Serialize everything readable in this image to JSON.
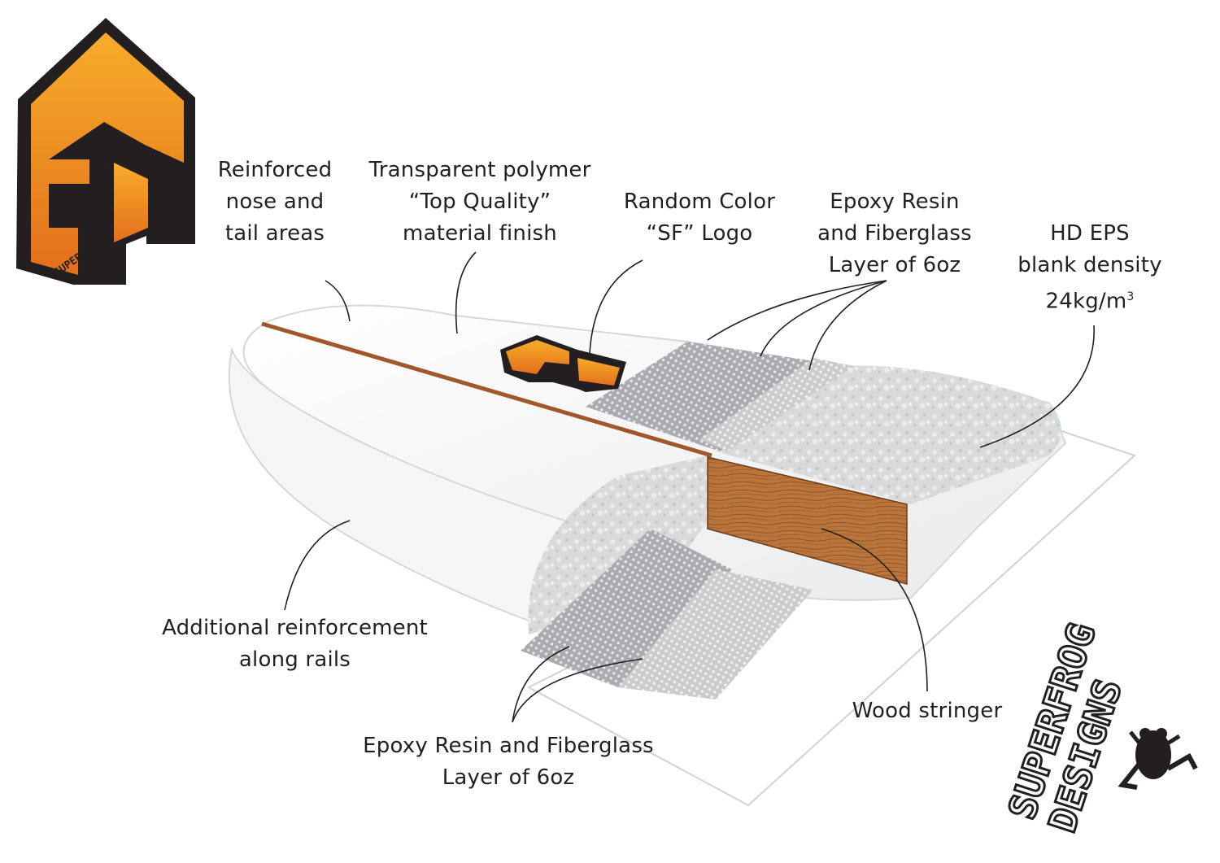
{
  "brand": {
    "name_line1": "SUPERFROG",
    "name_line2": "DESIGNS",
    "logo_mark": "SF",
    "accent_color": "#f39a1f",
    "accent_dark": "#d9631a",
    "stringer_color": "#a0582a"
  },
  "callouts": {
    "nose_tail": {
      "lines": [
        "Reinforced",
        "nose and",
        "tail areas"
      ]
    },
    "polymer": {
      "lines": [
        "Transparent polymer",
        "“Top Quality”",
        "material finish"
      ]
    },
    "logo": {
      "lines": [
        "Random Color",
        "“SF” Logo"
      ]
    },
    "epoxy_top": {
      "lines": [
        "Epoxy Resin",
        "and Fiberglass",
        "Layer of 6oz"
      ]
    },
    "eps": {
      "lines": [
        "HD EPS",
        "blank density",
        "24kg/m"
      ],
      "superscript": "3"
    },
    "rails": {
      "lines": [
        "Additional reinforcement",
        "along rails"
      ]
    },
    "epoxy_bottom": {
      "lines": [
        "Epoxy Resin and Fiberglass",
        "Layer of 6oz"
      ]
    },
    "stringer": {
      "lines": [
        "Wood stringer"
      ]
    }
  }
}
